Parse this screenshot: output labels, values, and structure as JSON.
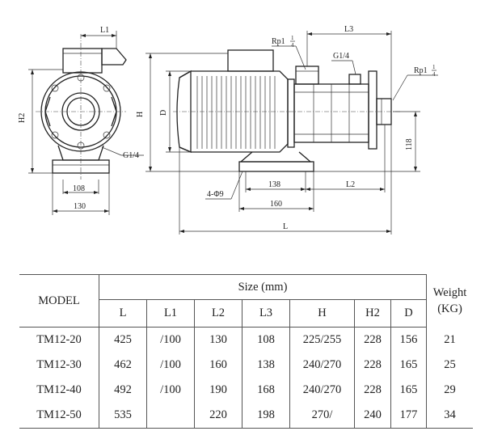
{
  "drawing": {
    "front_view": {
      "L1": "L1",
      "H2": "H2",
      "G1_4": "G1/4",
      "dim_108": "108",
      "dim_130": "130"
    },
    "side_view": {
      "H": "H",
      "D": "D",
      "L3": "L3",
      "Rp_in": "Rp1",
      "Rp_in_frac_num": "1",
      "Rp_in_frac_den": "4",
      "G1_4": "G1/4",
      "Rp_out": "Rp1",
      "Rp_out_frac_num": "1",
      "Rp_out_frac_den": "4",
      "dim_118": "118",
      "holes": "4-Φ9",
      "dim_138": "138",
      "L2": "L2",
      "dim_160": "160",
      "L": "L"
    }
  },
  "table": {
    "model_header": "MODEL",
    "size_header": "Size (mm)",
    "weight_header_1": "Weight",
    "weight_header_2": "(KG)",
    "columns": [
      "L",
      "L1",
      "L2",
      "L3",
      "H",
      "H2",
      "D"
    ],
    "rows": [
      {
        "model": "TM12-20",
        "values": [
          "425",
          "/100",
          "130",
          "108",
          "225/255",
          "228",
          "156"
        ],
        "weight": "21"
      },
      {
        "model": "TM12-30",
        "values": [
          "462",
          "/100",
          "160",
          "138",
          "240/270",
          "228",
          "165"
        ],
        "weight": "25"
      },
      {
        "model": "TM12-40",
        "values": [
          "492",
          "/100",
          "190",
          "168",
          "240/270",
          "228",
          "165"
        ],
        "weight": "29"
      },
      {
        "model": "TM12-50",
        "values": [
          "535",
          "",
          "220",
          "198",
          "270/",
          "240",
          "177"
        ],
        "weight": "34"
      }
    ]
  }
}
